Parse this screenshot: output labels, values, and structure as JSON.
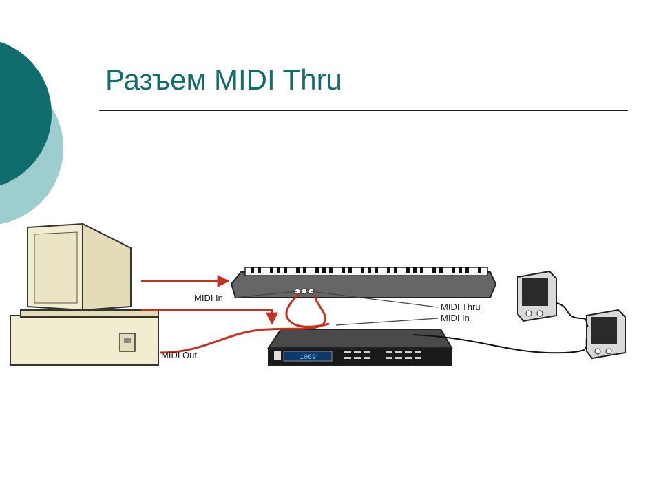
{
  "slide": {
    "title": "Разъем MIDI Thru"
  },
  "diagram": {
    "labels": {
      "midi_in_keyboard": "MIDI In",
      "midi_thru": "MIDI Thru",
      "midi_in_module": "MIDI In",
      "midi_out": "MIDI Out"
    },
    "display_value": "1069"
  },
  "colors": {
    "accent": "#0f6d6b",
    "accent_light": "#9dcdcf",
    "cable": "#c8301e"
  }
}
